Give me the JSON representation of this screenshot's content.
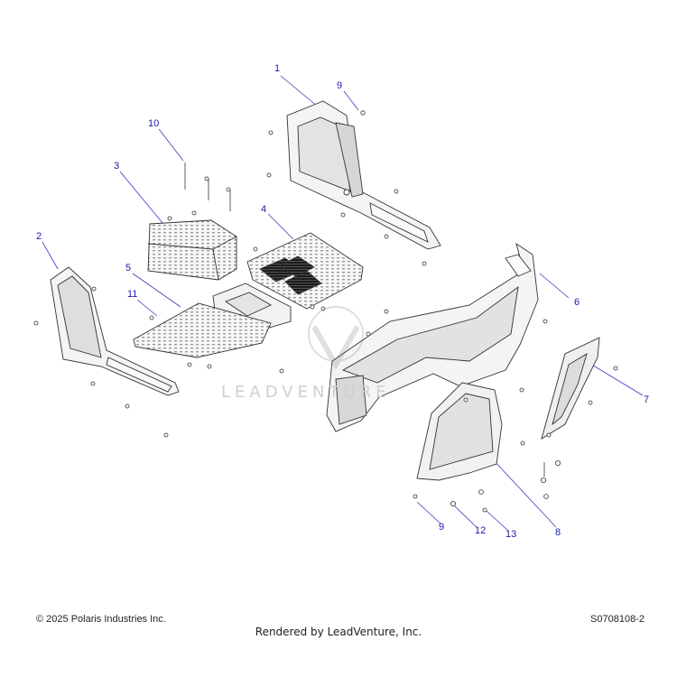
{
  "callouts": [
    {
      "id": "1",
      "label": "1"
    },
    {
      "id": "9",
      "label": "9"
    },
    {
      "id": "10",
      "label": "10"
    },
    {
      "id": "3",
      "label": "3"
    },
    {
      "id": "4",
      "label": "4"
    },
    {
      "id": "2",
      "label": "2"
    },
    {
      "id": "5",
      "label": "5"
    },
    {
      "id": "11",
      "label": "11"
    },
    {
      "id": "6",
      "label": "6"
    },
    {
      "id": "7",
      "label": "7"
    },
    {
      "id": "9b",
      "label": "9"
    },
    {
      "id": "12",
      "label": "12"
    },
    {
      "id": "13",
      "label": "13"
    },
    {
      "id": "8",
      "label": "8"
    }
  ],
  "watermark": {
    "text": "LEADVENTURE"
  },
  "footer": {
    "copyright": "© 2025 Polaris Industries Inc.",
    "rendered_by": "Rendered by LeadVenture, Inc.",
    "diagram_id": "S0708108-2"
  },
  "colors": {
    "callout": "#1a1aa8",
    "part_fill": "#f4f4f4",
    "part_stroke": "#333333",
    "leader": "#3a3ac0"
  }
}
